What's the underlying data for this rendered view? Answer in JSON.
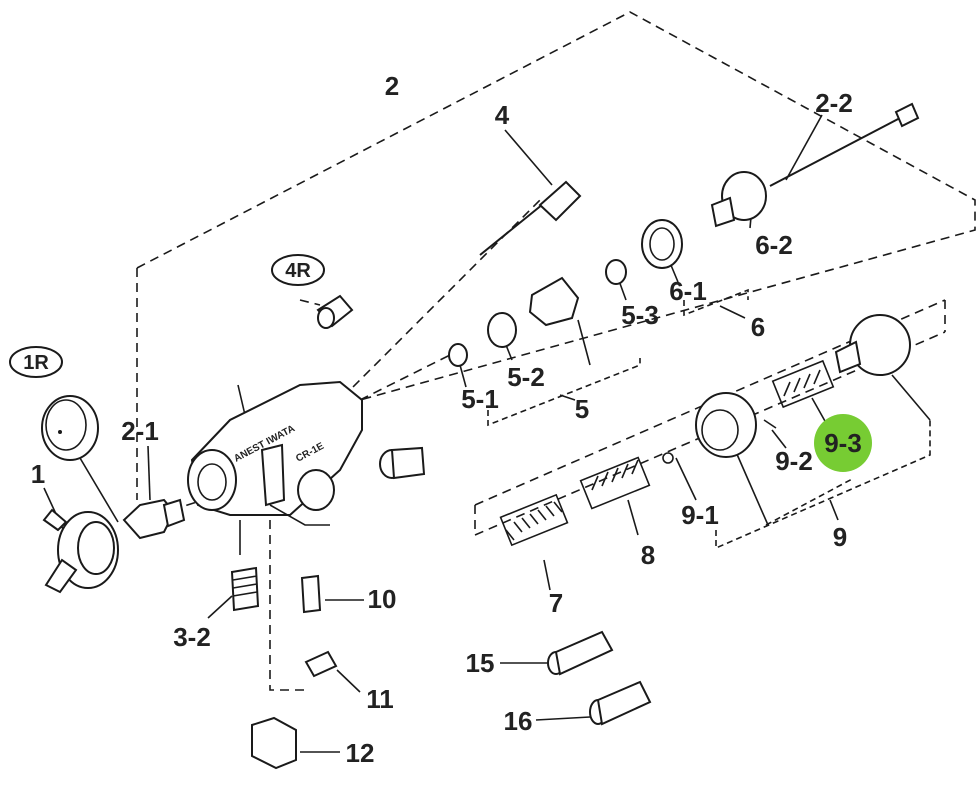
{
  "labels": {
    "l1": "1",
    "l1R": "1R",
    "l2": "2",
    "l2_1": "2-1",
    "l2_2": "2-2",
    "l3_2": "3-2",
    "l4": "4",
    "l4R": "4R",
    "l5": "5",
    "l5_1": "5-1",
    "l5_2": "5-2",
    "l5_3": "5-3",
    "l6": "6",
    "l6_1": "6-1",
    "l6_2": "6-2",
    "l7": "7",
    "l8": "8",
    "l9": "9",
    "l9_1": "9-1",
    "l9_2": "9-2",
    "l9_3": "9-3",
    "l10": "10",
    "l11": "11",
    "l12": "12",
    "l15": "15",
    "l16": "16"
  },
  "body_marking": {
    "brand": "ANEST IWATA",
    "model": "CR-1E"
  },
  "colors": {
    "highlight": "#77cc33",
    "ink": "#1a1a1a",
    "text": "#222222",
    "background": "#ffffff"
  }
}
